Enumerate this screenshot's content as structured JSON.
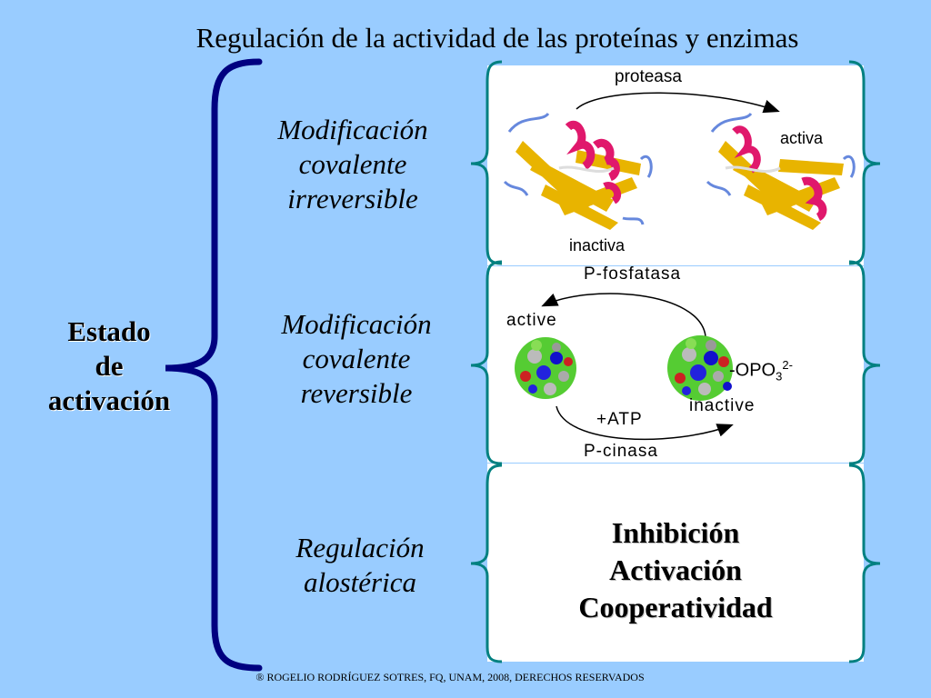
{
  "title": "Regulación de la actividad de las proteínas y enzimas",
  "state_label": [
    "Estado",
    "de",
    "activación"
  ],
  "categories": [
    {
      "lines": [
        "Modificación",
        "covalente",
        "irreversible"
      ]
    },
    {
      "lines": [
        "Modificación",
        "covalente",
        "reversible"
      ]
    },
    {
      "lines": [
        "Regulación",
        "alostérica"
      ]
    }
  ],
  "panel1": {
    "enzyme": "proteasa",
    "state_before": "inactiva",
    "state_after": "activa"
  },
  "panel2": {
    "phosphatase": "P-fosfatasa",
    "kinase": "P-cinasa",
    "cofactor": "+ATP",
    "active": "active",
    "inactive": "inactive",
    "group": "-OPO",
    "group_sub": "3",
    "group_sup": "2-"
  },
  "panel3": {
    "lines": [
      "Inhibición",
      "Activación",
      "Cooperatividad"
    ]
  },
  "footer": "® ROGELIO RODRÍGUEZ SOTRES, FQ, UNAM, 2008, DERECHOS RESERVADOS",
  "colors": {
    "background": "#99ccff",
    "big_brace": "#000080",
    "panel_brace": "#008080",
    "helix": "#e0186c",
    "strand": "#e8b400"
  }
}
